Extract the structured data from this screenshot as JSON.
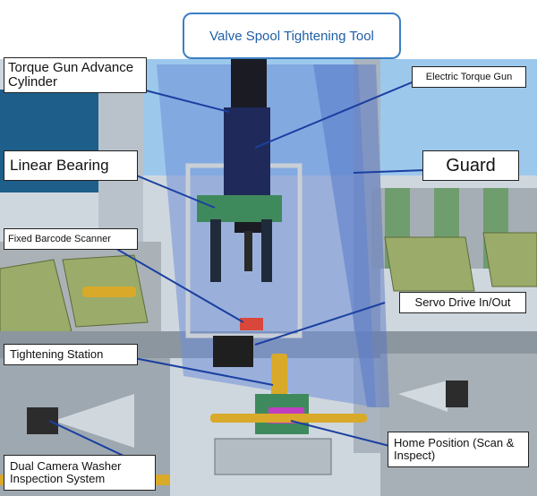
{
  "title": "Valve Spool Tightening Tool",
  "labels": {
    "torque_gun_cylinder": "Torque Gun Advance Cylinder",
    "electric_torque_gun": "Electric Torque Gun",
    "linear_bearing": "Linear Bearing",
    "guard": "Guard",
    "fixed_barcode_scanner": "Fixed Barcode Scanner",
    "servo_drive": "Servo Drive In/Out",
    "tightening_station": "Tightening Station",
    "home_position": "Home Position (Scan & Inspect)",
    "dual_camera": "Dual Camera Washer Inspection System"
  },
  "colors": {
    "title_border": "#3c7fc4",
    "title_text": "#1f5fa6",
    "guard_tint": "#6f8fd8",
    "conveyor_green": "#9aab6a",
    "rail_yellow": "#d9a92a",
    "fixture_green": "#3f8a5c",
    "fixture_magenta": "#c03fbf",
    "scanner_red": "#d9473a",
    "sky_blue": "#8fc0e8"
  }
}
